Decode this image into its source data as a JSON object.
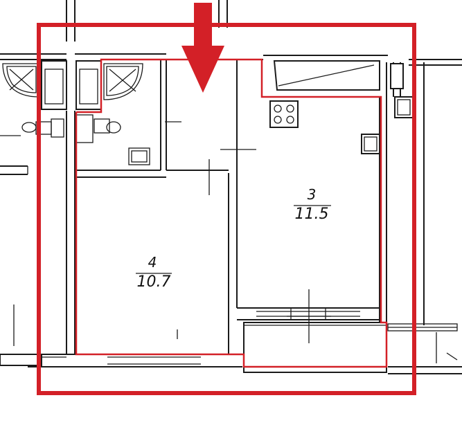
{
  "rooms": [
    {
      "number": "4",
      "area": "10.7"
    },
    {
      "number": "3",
      "area": "11.5"
    }
  ],
  "colors": {
    "highlight": "#d32027",
    "walls": "#1a1a1a",
    "background": "#ffffff"
  },
  "icons": [
    "down-arrow-icon",
    "stove-icon",
    "sink-icon",
    "toilet-icon",
    "bathtub-icon"
  ]
}
